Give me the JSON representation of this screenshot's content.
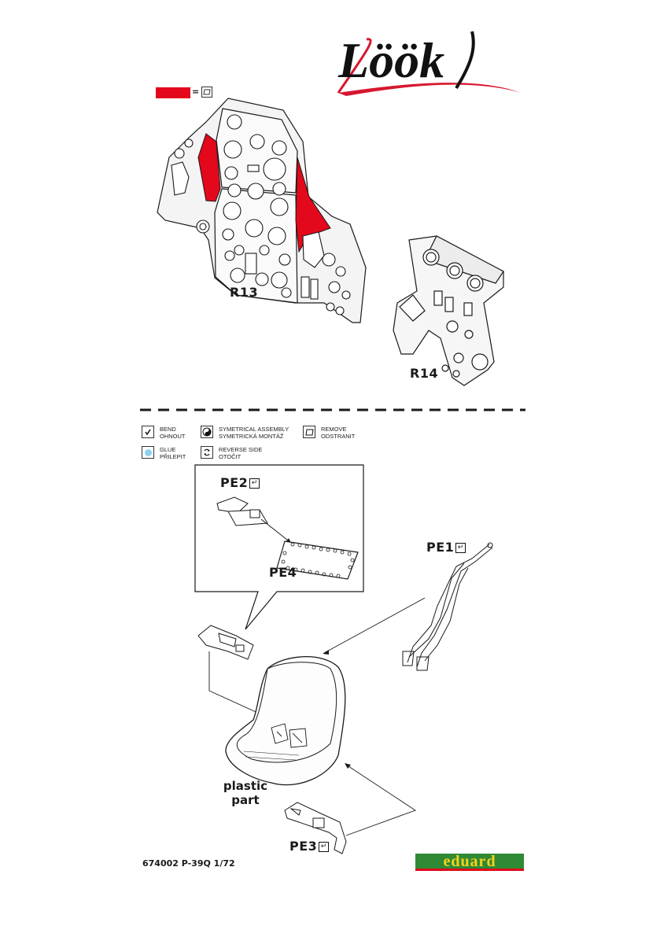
{
  "brand": {
    "logo": "Löök",
    "logo_color": "#d7172f"
  },
  "paint_key": {
    "swatch_color": "#e3081b",
    "equals": "="
  },
  "parts": {
    "r13": "R13",
    "r14": "R14",
    "pe1": "PE1",
    "pe2": "PE2",
    "pe3": "PE3",
    "pe4": "PE4"
  },
  "legend": {
    "bend": [
      "BEND",
      "OHNOUT"
    ],
    "symmetrical": [
      "SYMETRICAL ASSEMBLY",
      "SYMETRICKÁ MONTÁŽ"
    ],
    "remove": [
      "REMOVE",
      "ODSTRANIT"
    ],
    "glue": [
      "GLUE",
      "PŘILEPIT"
    ],
    "reverse": [
      "REVERSE SIDE",
      "OTOČIT"
    ],
    "glue_color": "#8fd0f0"
  },
  "seat": {
    "label_line1": "plastic",
    "label_line2": "part"
  },
  "footer": {
    "code": "674002 P-39Q 1/72",
    "maker": "eduard",
    "maker_bg": "#2e8a34",
    "maker_fg": "#ffd21a"
  },
  "icons": [
    "bend-icon",
    "symmetrical-icon",
    "remove-icon",
    "glue-icon",
    "reverse-icon"
  ]
}
